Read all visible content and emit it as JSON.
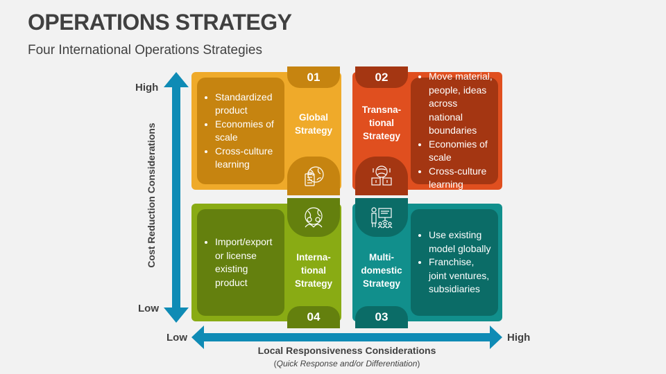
{
  "header": {
    "title": "OPERATIONS STRATEGY",
    "subtitle": "Four International Operations Strategies"
  },
  "axes": {
    "vertical": {
      "label": "Cost Reduction Considerations",
      "high": "High",
      "low": "Low",
      "color": "#0f8bb5"
    },
    "horizontal": {
      "label": "Local Responsiveness Considerations",
      "sublabel_open": "(",
      "sublabel": "Quick Response and/or Differentiation",
      "sublabel_close": ")",
      "low": "Low",
      "high": "High",
      "color": "#0f8bb5"
    }
  },
  "quadrants": [
    {
      "number": "01",
      "title": "Global Strategy",
      "title_lines": [
        "Global",
        "Strategy"
      ],
      "icon": "globe-clipboard-icon",
      "color": "#efaa2a",
      "dark_color": "#c68410",
      "bullets": [
        "Standardized product",
        "Economies of scale",
        "Cross-culture learning"
      ]
    },
    {
      "number": "02",
      "title": "Transnational Strategy",
      "title_lines": [
        "Transna-",
        "tional",
        "Strategy"
      ],
      "icon": "globe-laptops-icon",
      "color": "#e04f1f",
      "dark_color": "#a43612",
      "bullets": [
        "Move material, people, ideas across national boundaries",
        "Economies of scale",
        "Cross-culture learning"
      ]
    },
    {
      "number": "03",
      "title": "Multidomestic Strategy",
      "title_lines": [
        "Multi-",
        "domestic",
        "Strategy"
      ],
      "icon": "presentation-audience-icon",
      "color": "#118f8c",
      "dark_color": "#0b6c67",
      "bullets": [
        "Use existing model globally",
        "Franchise, joint ventures, subsidiaries"
      ]
    },
    {
      "number": "04",
      "title": "International Strategy",
      "title_lines": [
        "Interna-",
        "tional",
        "Strategy"
      ],
      "icon": "globe-people-icon",
      "color": "#89ab14",
      "dark_color": "#64800e",
      "bullets": [
        "Import/export or license existing product"
      ]
    }
  ]
}
